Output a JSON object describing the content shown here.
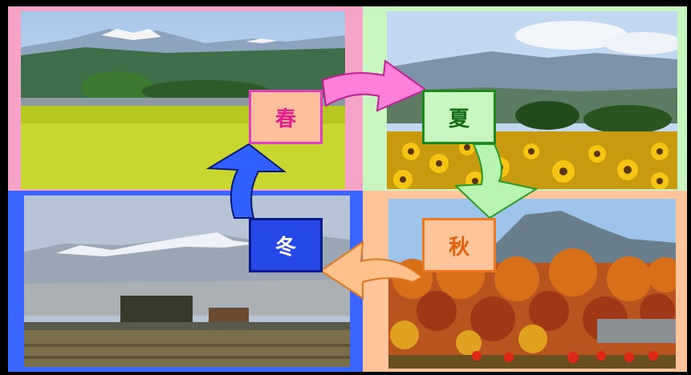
{
  "seasons": {
    "spring": {
      "label": "春",
      "frame_color": "#f6a3c8",
      "box_bg": "#ffbf9a",
      "box_border": "#e040c0",
      "text_color": "#e0208c"
    },
    "summer": {
      "label": "夏",
      "frame_color": "#c8f5c0",
      "box_bg": "#c8f5c0",
      "box_border": "#1a8a1a",
      "text_color": "#146c14"
    },
    "autumn": {
      "label": "秋",
      "frame_color": "#ffc499",
      "box_bg": "#ffc499",
      "box_border": "#f07820",
      "text_color": "#e0600c"
    },
    "winter": {
      "label": "冬",
      "frame_color": "#3a66ff",
      "box_bg": "#2648e8",
      "box_border": "#0a1a88",
      "text_color": "#ffffff"
    }
  },
  "arrows": {
    "spring_to_summer": {
      "fill": "#ff80d8",
      "stroke": "#c02090"
    },
    "summer_to_autumn": {
      "fill": "#b8f5b0",
      "stroke": "#2a9a2a"
    },
    "autumn_to_winter": {
      "fill": "#ffc08c",
      "stroke": "#e07820"
    },
    "winter_to_spring": {
      "fill": "#3060ff",
      "stroke": "#0a1a70"
    }
  }
}
